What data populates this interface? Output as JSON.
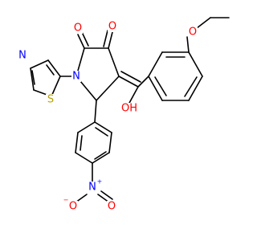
{
  "colors": {
    "bond": "#000000",
    "oxygen": "#ff0000",
    "nitrogen": "#0000ff",
    "sulfur": "#b8a200",
    "carbon": "#000000"
  },
  "atoms": {
    "o_ring_c2": "O",
    "o_ring_c3": "O",
    "n_ring": "N",
    "o_ether": "O",
    "oh": "OH",
    "n_thiazole": "N",
    "s_thiazole": "S",
    "n_nitro": "N",
    "n_nitro_charge": "+",
    "o_nitro_left": "O",
    "o_nitro_left_charge": "−",
    "o_nitro_right": "O"
  }
}
